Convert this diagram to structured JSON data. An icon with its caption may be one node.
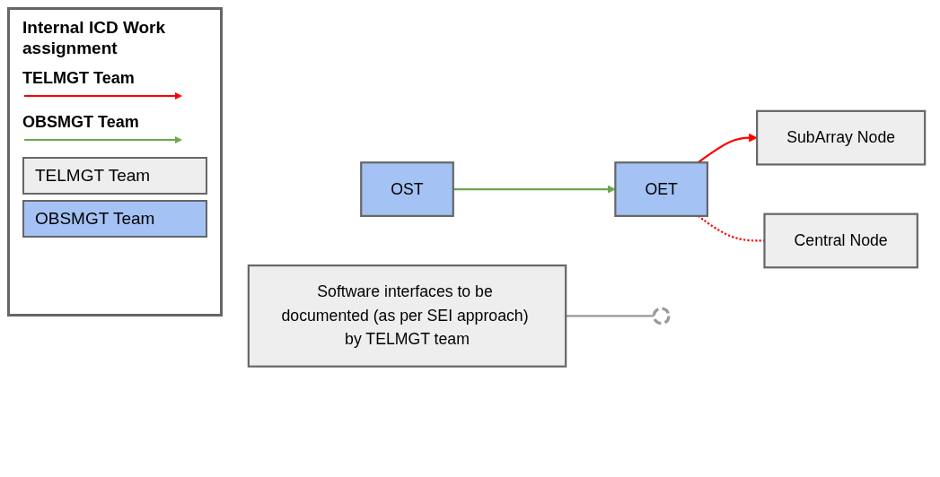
{
  "diagram": {
    "title": "Internal ICD Work assignment",
    "nodes": [
      {
        "text": [
          "OST"
        ]
      },
      {
        "text": [
          "OET"
        ]
      },
      {
        "text": [
          "SubArray Node"
        ]
      },
      {
        "text": [
          "Central Node"
        ]
      },
      {
        "text": [
          "Software interfaces to be documented (as per SEI approach) by TELMGT team"
        ]
      },
      {
        "text": [],
        "shape": "ellipse"
      }
    ],
    "edges": [
      {
        "from": 0,
        "to": 1,
        "arrow": "to",
        "color": "#6aa84f"
      },
      {
        "from": 1,
        "to": 2,
        "arrow": "to",
        "color": "#ff0000"
      },
      {
        "from": 1,
        "to": 3,
        "arrow": "none",
        "style": "dashed",
        "color": "#ff0000"
      },
      {
        "from": 4,
        "to": 5,
        "arrow": "none",
        "color": "#999999"
      }
    ],
    "legend": [
      {
        "text": "TELMGT Team"
      },
      {
        "text": "OBSMGT Team"
      },
      {
        "text": "TELMGT Team",
        "color": "#eeeeee"
      },
      {
        "text": "OBSMGT Team",
        "color": "#a4c2f4"
      }
    ]
  }
}
